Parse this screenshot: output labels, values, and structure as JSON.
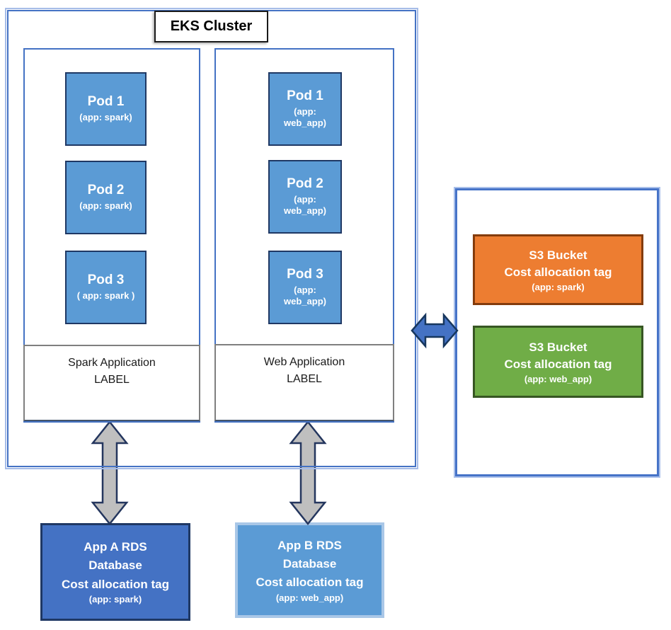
{
  "cluster": {
    "title": "EKS Cluster"
  },
  "spark_group": {
    "label": "Spark Application\nLABEL",
    "pods": [
      {
        "title": "Pod 1",
        "tag": "(app: spark)"
      },
      {
        "title": "Pod 2",
        "tag": "(app: spark)"
      },
      {
        "title": "Pod 3",
        "tag": "( app: spark )"
      }
    ]
  },
  "web_group": {
    "label": "Web Application\nLABEL",
    "pods": [
      {
        "title": "Pod 1",
        "tag": "(app:\nweb_app)"
      },
      {
        "title": "Pod 2",
        "tag": "(app:\nweb_app)"
      },
      {
        "title": "Pod 3",
        "tag": "(app:\nweb_app)"
      }
    ]
  },
  "s3_panel": {
    "buckets": [
      {
        "title": "S3 Bucket",
        "subtitle": "Cost allocation tag",
        "tag": "(app: spark)"
      },
      {
        "title": "S3 Bucket",
        "subtitle": "Cost allocation tag",
        "tag": "(app: web_app)"
      }
    ]
  },
  "databases": [
    {
      "name": "App A RDS\nDatabase\nCost allocation tag",
      "tag": "(app: spark)"
    },
    {
      "name": "App B RDS\nDatabase\nCost allocation tag",
      "tag": "(app: web_app)"
    }
  ],
  "colors": {
    "pod_fill": "#5B9BD5",
    "pod_border": "#1F3864",
    "cluster_border": "#4472C4",
    "cluster_border_light": "#A6BCE8",
    "label_box_border": "#7F7F7F",
    "s3_spark_fill": "#ED7D31",
    "s3_spark_border": "#843C0C",
    "s3_webapp_fill": "#70AD47",
    "s3_webapp_border": "#375623",
    "rds_a_fill": "#4472C4",
    "rds_a_border": "#1F3864",
    "rds_b_fill": "#5B9BD5",
    "rds_b_border": "#A9C7E7",
    "arrow_gray_fill": "#BFBFBF",
    "arrow_blue_fill": "#4472C4",
    "arrow_outline": "#24365E"
  }
}
